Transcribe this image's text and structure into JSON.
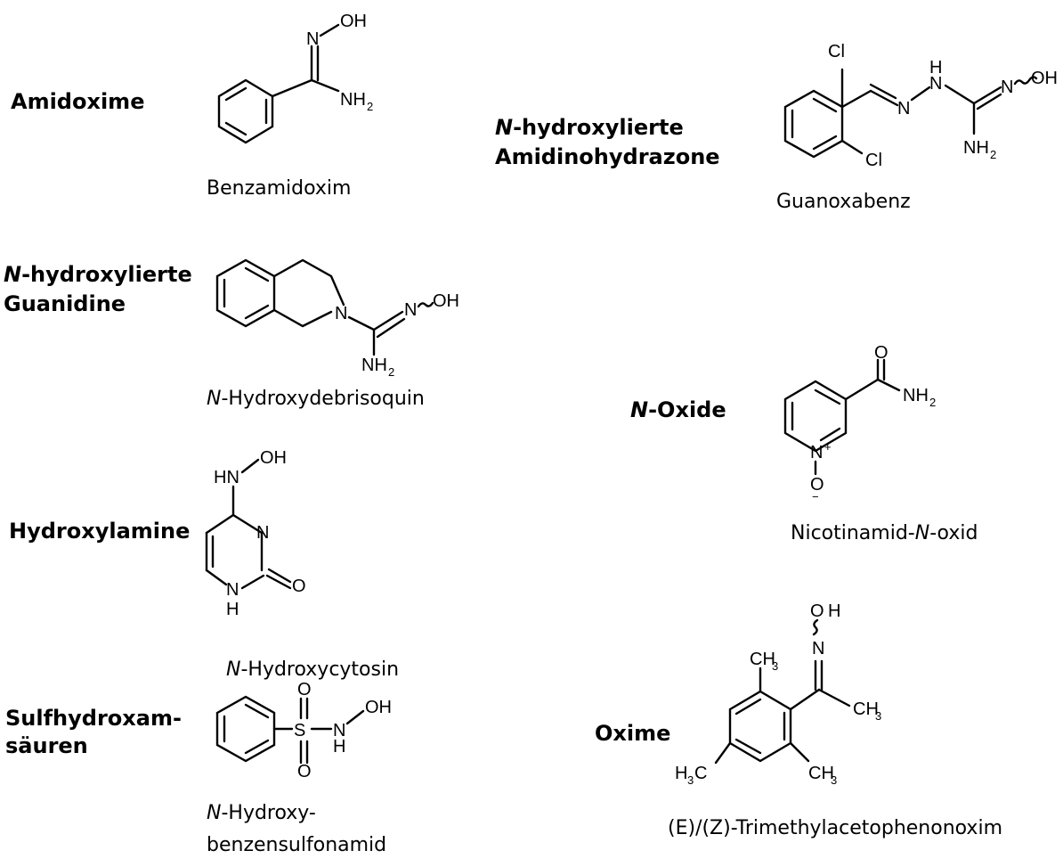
{
  "classes": {
    "amidoxime": "Amidoxime",
    "n_hydroxylated_amidinohydrazones": [
      "N",
      "-hydroxylierte",
      "Amidinohydrazone"
    ],
    "n_hydroxylated_guanidines": [
      "N",
      "-hydroxylierte",
      "Guanidine"
    ],
    "n_oxides": [
      "N",
      "-Oxide"
    ],
    "hydroxylamines": "Hydroxylamine",
    "sulfhydroxamic_acids": [
      "Sulfhydroxam-",
      "säuren"
    ],
    "oximes": "Oxime"
  },
  "compounds": {
    "benzamidoxim": "Benzamidoxim",
    "guanoxabenz": "Guanoxabenz",
    "n_hydroxydebrisoquin": [
      "N",
      "-Hydroxydebrisoquin"
    ],
    "nicotinamid_n_oxid": [
      "Nicotinamid-",
      "N",
      "-oxid"
    ],
    "n_hydroxycytosin": [
      "N",
      "-Hydroxycytosin"
    ],
    "n_hydroxybenzensulfonamid": [
      "N",
      "-Hydroxy-",
      "benzensulfonamid"
    ],
    "trimethylacetophenonoxim": "(E)/(Z)-Trimethylacetophenonoxim"
  },
  "atoms": {
    "n": "N",
    "o": "O",
    "oh": "OH",
    "nh": "NH",
    "h": "H",
    "hn": "HN",
    "nh2": "NH",
    "sub2": "2",
    "cl": "Cl",
    "s": "S",
    "ch3": "CH",
    "sub3": "3",
    "h3c_h": "H",
    "h3c_c": "C",
    "plus": "+",
    "minus": "−",
    "o_h_o": "O",
    "o_h_h": "H"
  }
}
